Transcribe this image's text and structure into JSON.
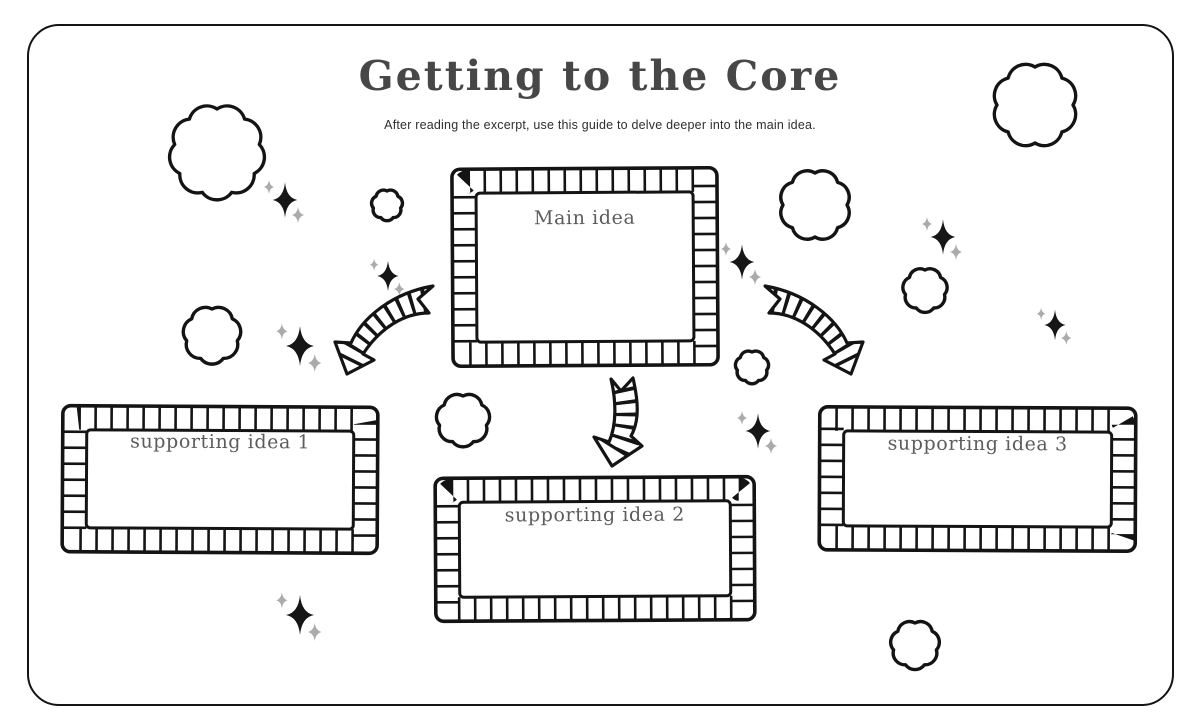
{
  "page": {
    "title": "Getting to the Core",
    "subtitle": "After reading the excerpt, use this guide to delve deeper into the main idea."
  },
  "boxes": {
    "main": {
      "label": "Main idea"
    },
    "support1": {
      "label": "supporting idea 1"
    },
    "support2": {
      "label": "supporting idea 2"
    },
    "support3": {
      "label": "supporting idea 3"
    }
  },
  "decorations": {
    "cloud_icon": "cloud-doodle-outline",
    "sparkle_icon": "four-point-star",
    "arrow_icons": [
      "curved-striped-arrow-left",
      "curved-striped-arrow-down",
      "curved-striped-arrow-right"
    ],
    "cloud_count": 9,
    "sparkle_count": 8
  },
  "colors": {
    "ink": "#141414",
    "title_text": "#474747",
    "label_text": "#5c5c5c",
    "accent_star": "#ababab",
    "background": "#ffffff"
  }
}
